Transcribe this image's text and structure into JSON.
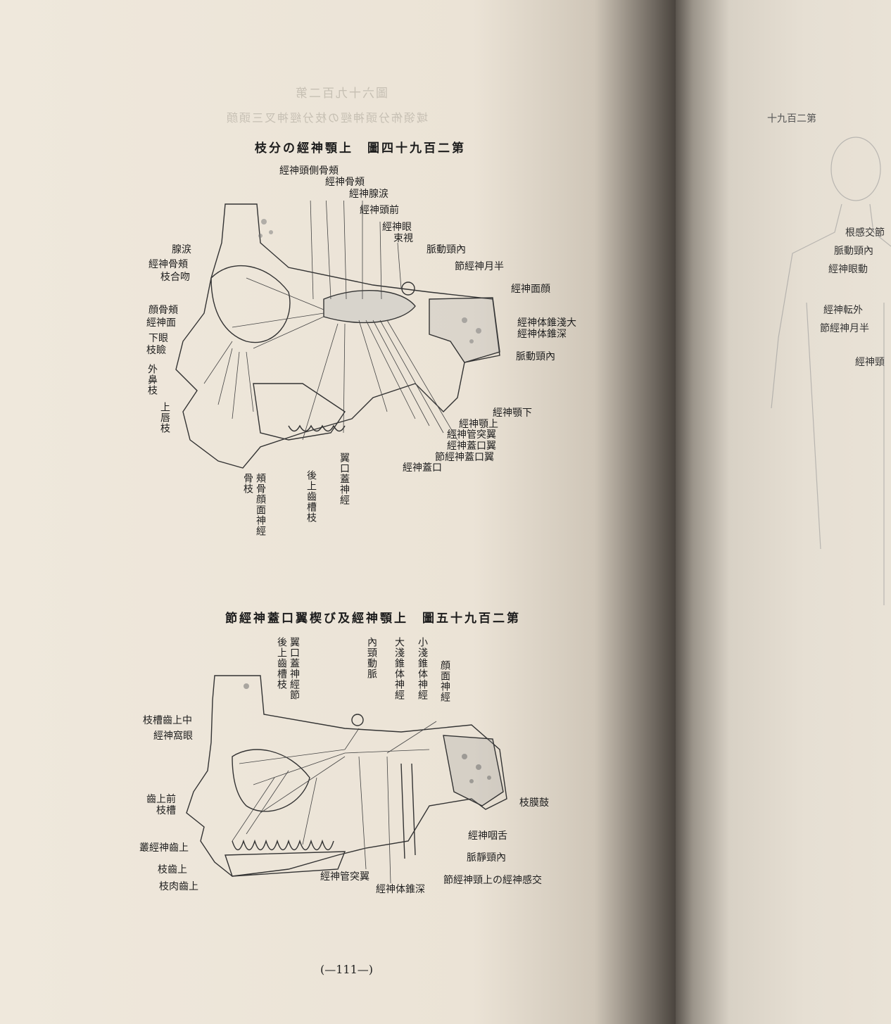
{
  "ghost_text": {
    "fig_top": "圖六十九百二第",
    "fig_top_sub": "域領佈分頭神經の枝分經神叉三頭顔"
  },
  "figure1": {
    "title": "第二百九十四圖　上顎神經の分枝",
    "labels": {
      "zygomaticotemporal": "頰骨側頭神經",
      "zygomatic": "頰骨神經",
      "lacrimal_nerve": "涙腺神經",
      "frontal": "前頭神經",
      "ophthalmic": "眼神經",
      "optic": "視束",
      "internal_carotid": "內頸動脈",
      "semilunar": "半月神經節",
      "lacrimal_gland": "涙腺",
      "zygomatic_n_l": "頰骨神經",
      "anastomotic": "吻合枝",
      "facial_n": "顔面神經",
      "zygo_facial": "頰骨顔",
      "facial_n2": "面神經",
      "infraorbital": "眼下",
      "palpebral": "瞼枝",
      "external_nasal": "外鼻枝",
      "superior_labial": "上唇枝",
      "greater_superficial_petrosal": "大淺錐体神經",
      "deep_petrosal": "深錐体神經",
      "internal_carotid_r": "內頸動脈",
      "mandibular": "下顎神經",
      "maxillary": "上顎神經",
      "pterygoid_canal": "翼突管神經",
      "pterygopalatine": "翼口蓋神經",
      "pterygopalatine_ganglion": "翼口蓋神經節",
      "palatine": "口蓋神經",
      "zygomaticofacial_v": "頰骨顔面神經",
      "zygomatic_branch_v": "骨枝",
      "posterior_superior_alveolar": "後上齒槽枝",
      "pterygopalatine_v": "翼口蓋神經"
    }
  },
  "figure2": {
    "title": "第二百九十五圖　上顎神經及び楔翼口蓋神經節",
    "labels": {
      "post_sup_alveolar": "後上齒槽枝",
      "sphenopalatine": "翼口蓋神經節",
      "internal_carotid": "內頸動脈",
      "greater_petrosal": "大淺錐体神經",
      "lesser_petrosal": "小淺錐体神經",
      "facial": "顔面神經",
      "middle_sup_alveolar": "中上齒槽枝",
      "infraorbital": "眼窩神經",
      "anterior_sup_alveolar": "前上齒槽枝",
      "superior_dental_plexus": "上齒神經叢",
      "superior_dental_branch": "上齒枝",
      "superior_gingival": "上齒肉枝",
      "tympanic": "鼓膜枝",
      "glossopharyngeal": "舌咽神經",
      "internal_jugular": "內頸靜脈",
      "pterygoid_canal": "翼突管神經",
      "deep_petrosal": "深錐体神經",
      "sympathetic": "交感神經の上頸神經節"
    }
  },
  "page_number": "(—111—)",
  "right_page": {
    "title": "第二百九十",
    "labels": [
      "節交感根",
      "內頸動脈",
      "動眼神經",
      "外転神經",
      "半月神經節",
      "頸神經"
    ]
  }
}
